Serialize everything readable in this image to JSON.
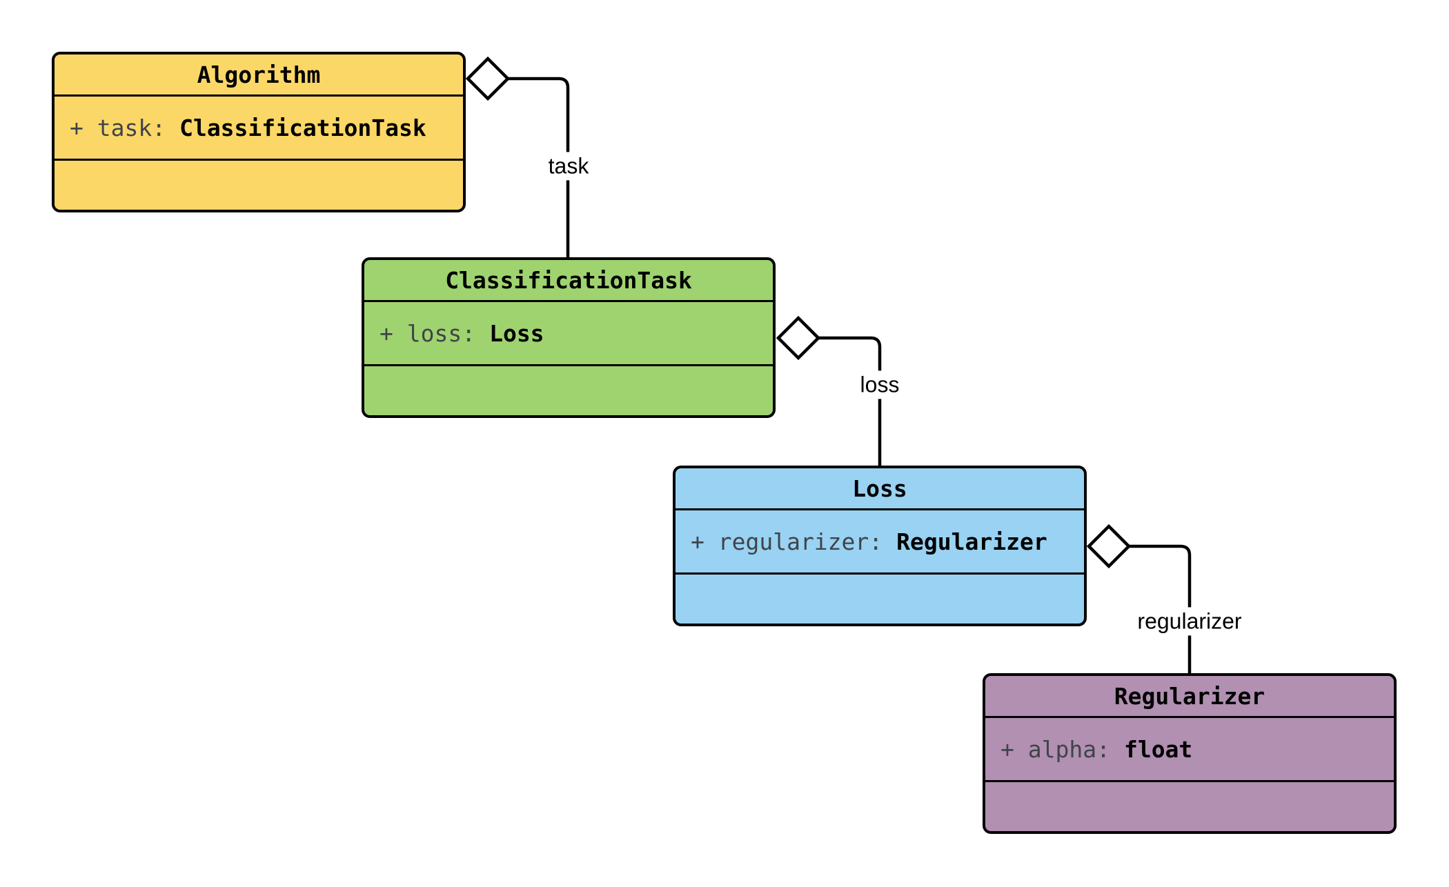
{
  "page": {
    "background": "#FFFFFF"
  },
  "classes": [
    {
      "name": "Algorithm",
      "attribute_name": "+ task:",
      "attribute_type": "ClassificationTask",
      "fill": "#FBD768"
    },
    {
      "name": "ClassificationTask",
      "attribute_name": "+ loss:",
      "attribute_type": "Loss",
      "fill": "#9FD36F"
    },
    {
      "name": "Loss",
      "attribute_name": "+ regularizer:",
      "attribute_type": "Regularizer",
      "fill": "#99D2F2"
    },
    {
      "name": "Regularizer",
      "attribute_name": "+ alpha:",
      "attribute_type": "float",
      "fill": "#B190B2"
    }
  ],
  "edges": [
    {
      "label": "task",
      "from": "Algorithm",
      "to": "ClassificationTask",
      "kind": "aggregation"
    },
    {
      "label": "loss",
      "from": "ClassificationTask",
      "to": "Loss",
      "kind": "aggregation"
    },
    {
      "label": "regularizer",
      "from": "Loss",
      "to": "Regularizer",
      "kind": "aggregation"
    }
  ],
  "colors": {
    "box_border": "#000000",
    "edge_line": "#000000",
    "diamond_fill": "#FFFFFF",
    "title_text": "#000000",
    "attribute_name_text": "#3F4449",
    "attribute_type_text": "#000000",
    "edge_label_text": "#000000"
  }
}
